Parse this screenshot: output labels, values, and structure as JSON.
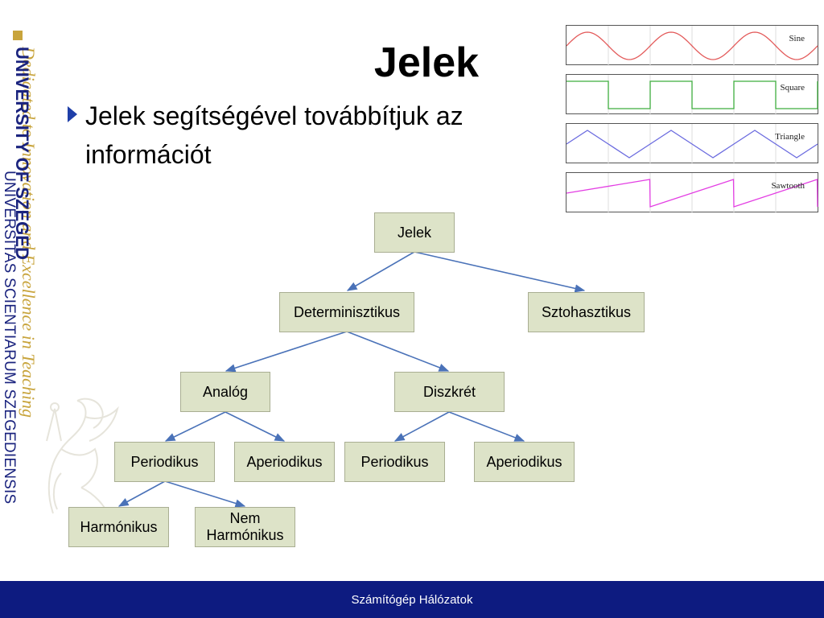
{
  "branding": {
    "tagline": "Dedicated to Innovation and Excellence in Teaching",
    "university": "UNIVERSITY OF SZEGED",
    "latin": "UNIVERSITAS SCIENTIARUM SZEGEDIENSIS"
  },
  "slide": {
    "title": "Jelek",
    "bullet": "Jelek segítségével továbbítjuk az információt"
  },
  "waves": {
    "sine": {
      "label": "Sine",
      "color": "#e35a5a"
    },
    "square": {
      "label": "Square",
      "color": "#3fae3f"
    },
    "triangle": {
      "label": "Triangle",
      "color": "#6b6bdf"
    },
    "sawtooth": {
      "label": "Sawtooth",
      "color": "#e33ee3"
    }
  },
  "tree": {
    "root": "Jelek",
    "deterministic": "Determinisztikus",
    "stochastic": "Sztohasztikus",
    "analog": "Analóg",
    "discrete": "Diszkrét",
    "analog_periodic": "Periodikus",
    "analog_aperiodic": "Aperiodikus",
    "discrete_periodic": "Periodikus",
    "discrete_aperiodic": "Aperiodikus",
    "harmonic": "Harmónikus",
    "non_harmonic": "Nem Harmónikus",
    "line_color": "#4a72b8",
    "node_fill": "#dde3c8"
  },
  "footer": {
    "text": "Számítógép Hálózatok",
    "background": "#0d1b80"
  }
}
